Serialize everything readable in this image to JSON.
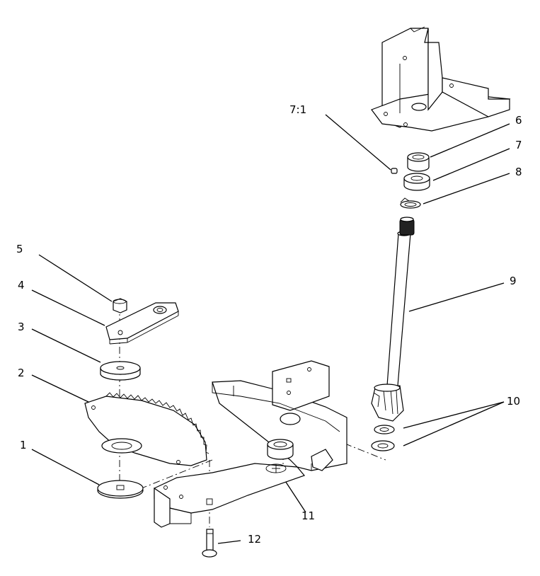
{
  "callouts": {
    "c1": "1",
    "c2": "2",
    "c3": "3",
    "c4": "4",
    "c5": "5",
    "c6": "6",
    "c7": "7",
    "c7_1": "7:1",
    "c8": "8",
    "c9": "9",
    "c10": "10",
    "c11": "11",
    "c12": "12"
  }
}
